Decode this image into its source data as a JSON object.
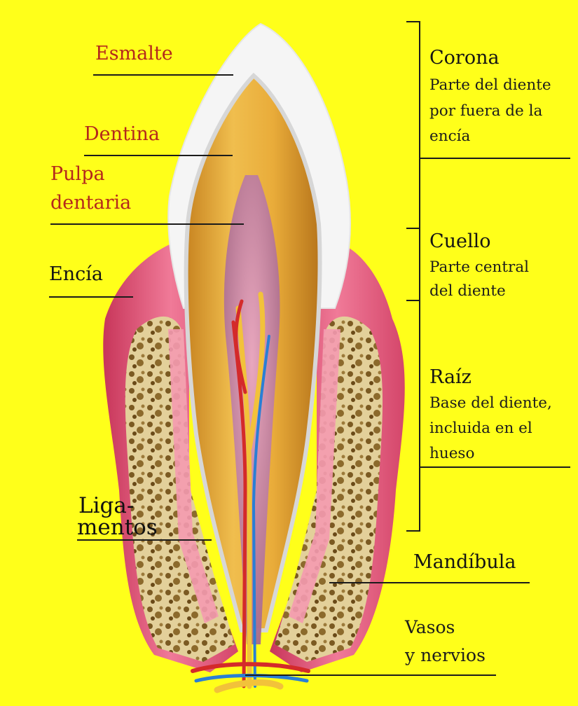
{
  "labels": {
    "esmalte": "Esmalte",
    "dentina": "Dentina",
    "pulpa_1": "Pulpa",
    "pulpa_2": "dentaria",
    "encia": "Encía",
    "ligamentos_1": "Liga-",
    "ligamentos_2": "mentos",
    "mandibula": "Mandíbula",
    "vasos_1": "Vasos",
    "vasos_2": "y nervios"
  },
  "sections": {
    "corona": {
      "title": "Corona",
      "desc": [
        "Parte del diente",
        "por fuera de la",
        "encía"
      ]
    },
    "cuello": {
      "title": "Cuello",
      "desc": [
        "Parte central",
        "del diente"
      ]
    },
    "raiz": {
      "title": "Raíz",
      "desc": [
        "Base del diente,",
        "incluida en el",
        "hueso"
      ]
    }
  },
  "colors": {
    "background": "#ffff1a",
    "enamel": "#f4f4f4",
    "dentin": "#e2a63a",
    "pulp": "#c98aa8",
    "gum": "#e05a7a",
    "bone": "#e9d9a8",
    "bone_spots": "#7a5a1e",
    "artery": "#d42a2a",
    "vein": "#2a7fd4",
    "nerve": "#f2c23a",
    "label_red": "#b4281c"
  }
}
